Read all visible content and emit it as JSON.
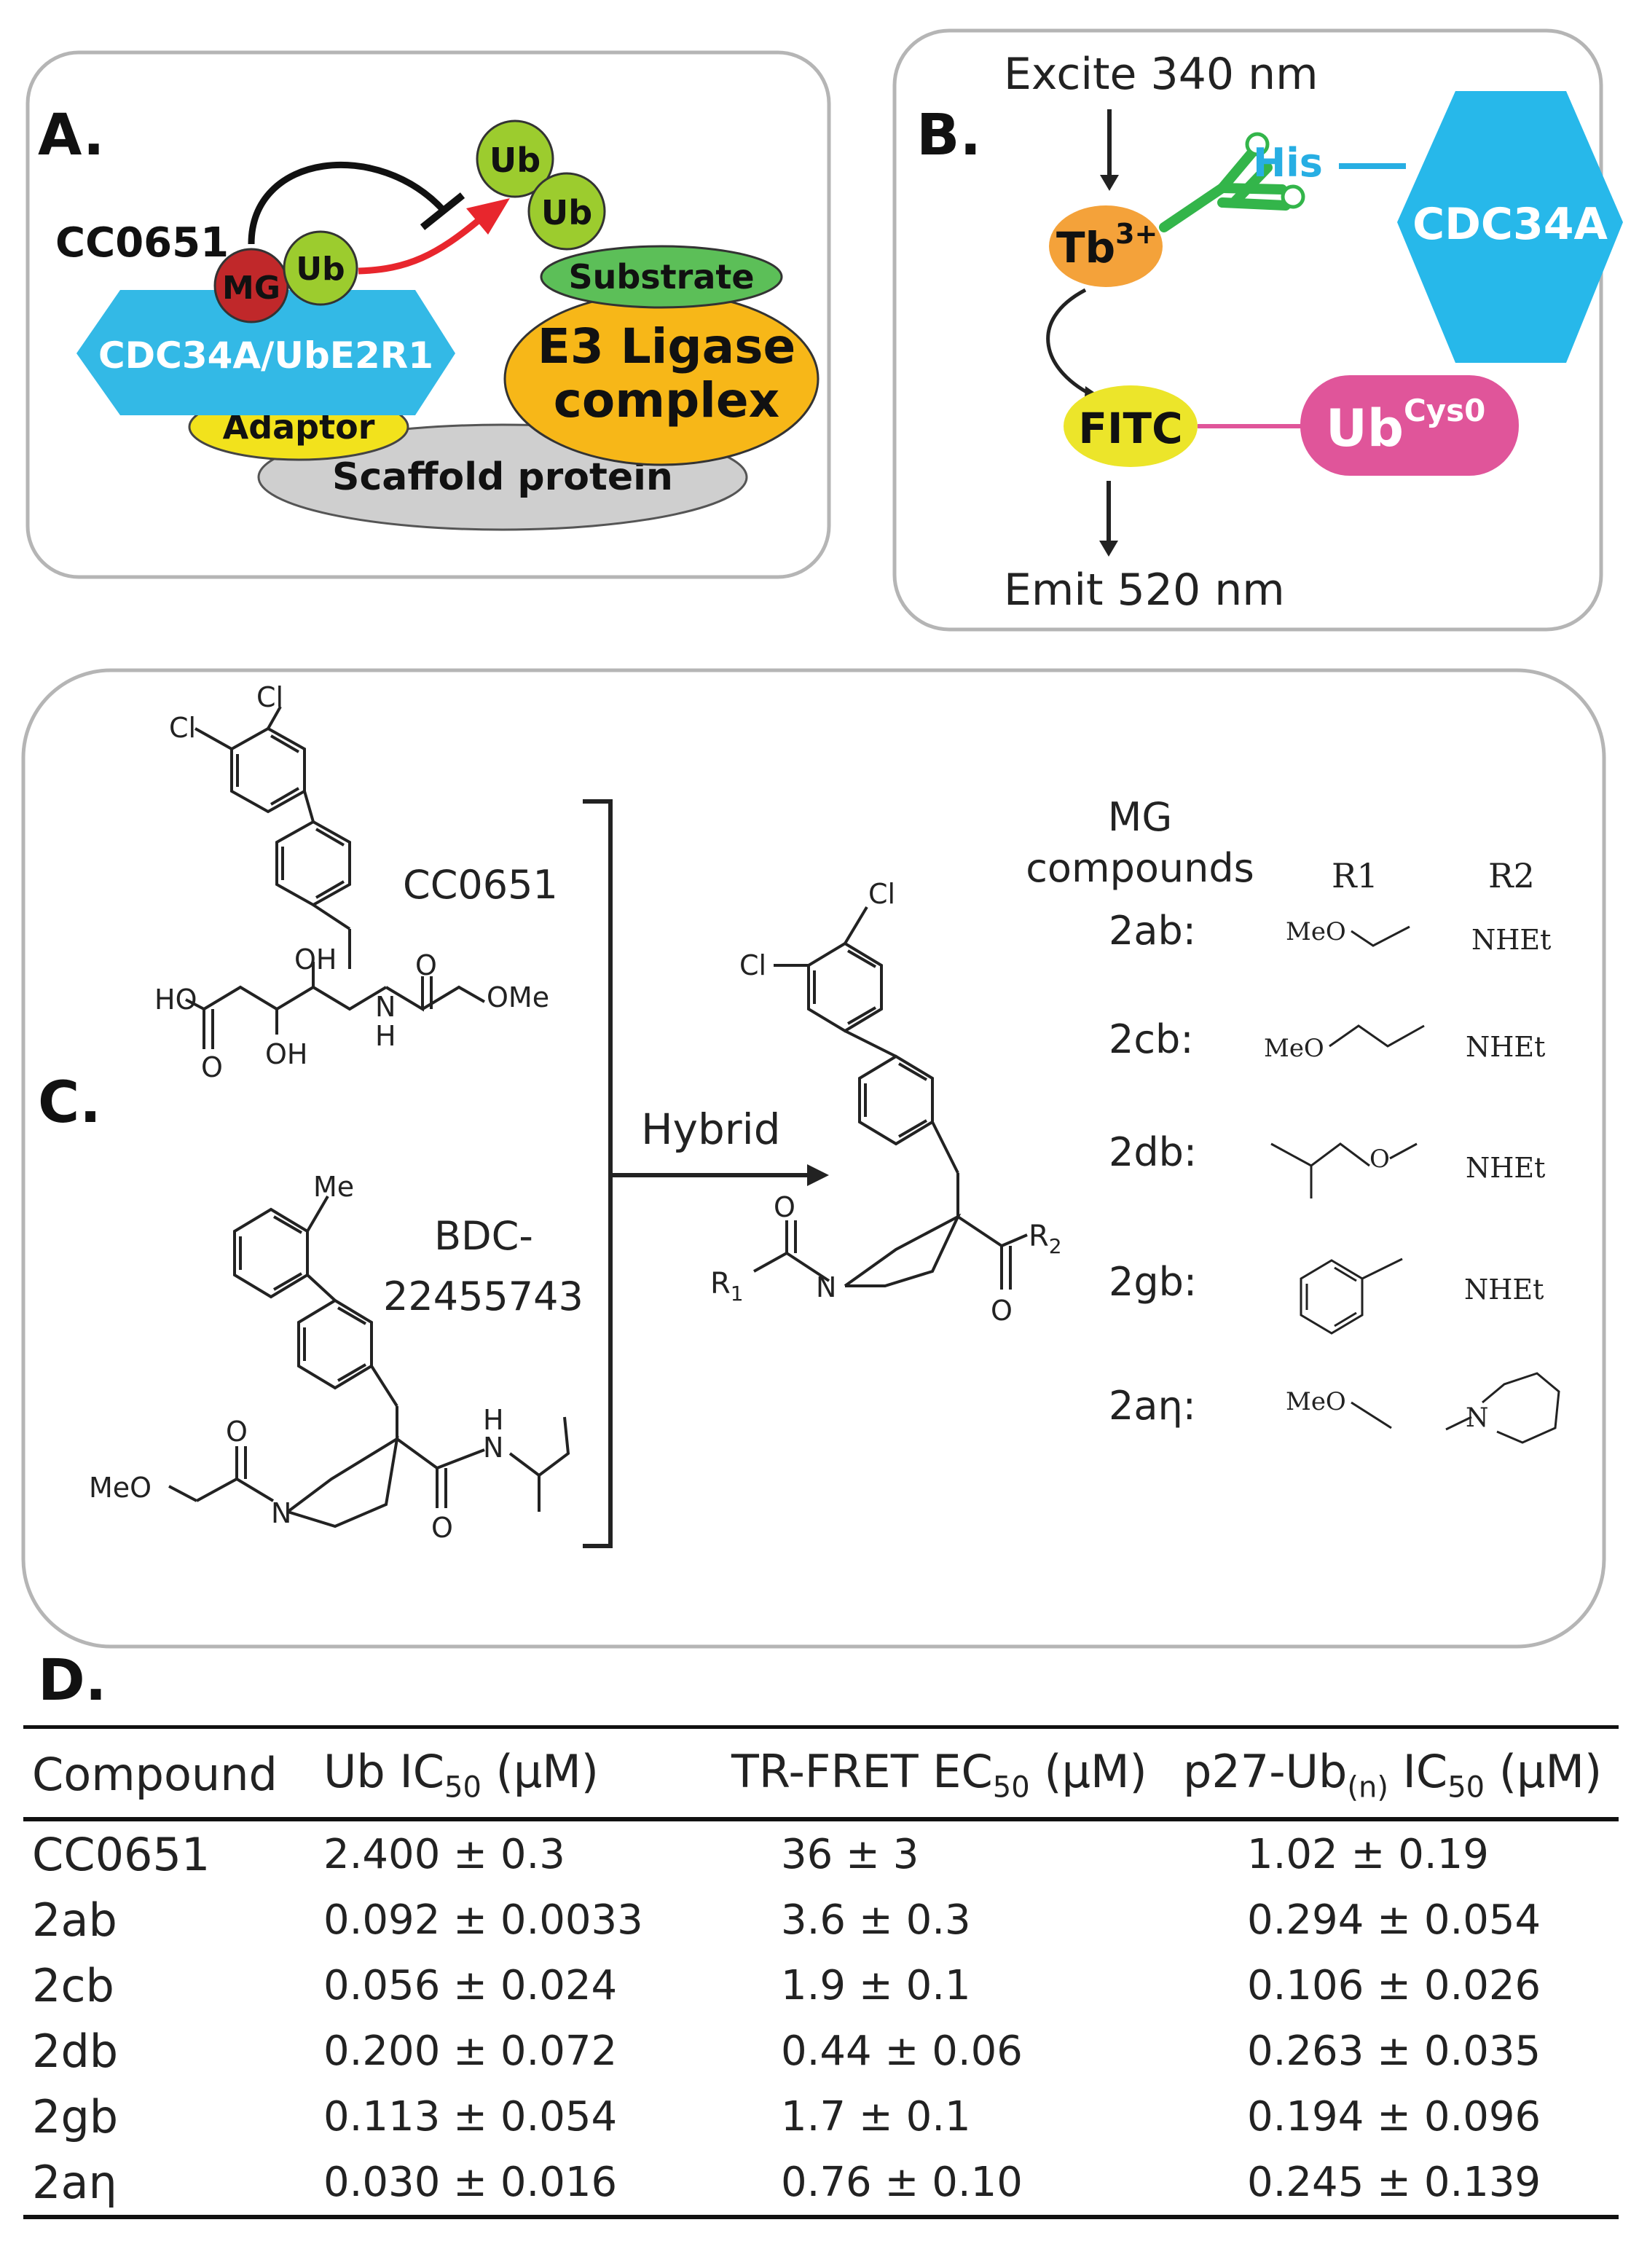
{
  "panelA": {
    "label": "A.",
    "compound": "CC0651",
    "mg": "MG",
    "ub": "Ub",
    "ub_chain": [
      "Ub",
      "Ub"
    ],
    "substrate": "Substrate",
    "e2": "CDC34A/UbE2R1",
    "e3_line1": "E3 Ligase",
    "e3_line2": "complex",
    "adaptor": "Adaptor",
    "scaffold": "Scaffold protein",
    "colors": {
      "mg": "#c0282a",
      "ub": "#9ccc2e",
      "substrate": "#5cbf58",
      "e2": "#33b9e6",
      "e3": "#f7b718",
      "adaptor": "#f2e21c",
      "scaffold": "#cfcfcf",
      "arrow": "#e8262d"
    }
  },
  "panelB": {
    "label": "B.",
    "excite": "Excite 340 nm",
    "emit": "Emit 520 nm",
    "tb": "Tb",
    "tb_sup": "3+",
    "his": "His",
    "cdc": "CDC34A",
    "fitc": "FITC",
    "ub": "Ub",
    "ub_sup": "Cys0",
    "colors": {
      "tb": "#f4a23a",
      "antibody": "#33b54a",
      "his": "#27aee3",
      "cdc": "#27b8ea",
      "fitc": "#ece52a",
      "ub": "#e0559a"
    }
  },
  "panelC": {
    "label": "C.",
    "cc0651": "CC0651",
    "bdc_line1": "BDC-",
    "bdc_line2": "22455743",
    "hybrid": "Hybrid",
    "atoms": {
      "cl": "Cl",
      "oh": "OH",
      "ho": "HO",
      "o": "O",
      "ome": "OMe",
      "me": "Me",
      "meo": "MeO",
      "n": "N",
      "h": "H",
      "r1": "R",
      "r1_sub": "1",
      "r2": "R",
      "r2_sub": "2"
    },
    "mg_title_1": "MG",
    "mg_title_2": "compounds",
    "col_r1": "R1",
    "col_r2": "R2",
    "rows": [
      {
        "id": "2ab:",
        "r1": "MeO",
        "r2": "NHEt"
      },
      {
        "id": "2cb:",
        "r1": "MeO",
        "r2": "NHEt"
      },
      {
        "id": "2db:",
        "r1": "O",
        "r2": "NHEt"
      },
      {
        "id": "2gb:",
        "r1": "",
        "r2": "NHEt"
      },
      {
        "id": "2aη:",
        "r1": "MeO",
        "r2": "N"
      }
    ]
  },
  "panelD": {
    "label": "D.",
    "headers": {
      "compound": "Compound",
      "ub_ic50": {
        "pre": "Ub IC",
        "sub": "50",
        "post": " (μM)"
      },
      "trfret": {
        "pre": "TR-FRET EC",
        "sub": "50",
        "post": " (μM)"
      },
      "p27": {
        "pre": "p27-Ub",
        "sub1": "(n)",
        "mid": " IC",
        "sub2": "50",
        "post": " (μM)"
      }
    },
    "rows": [
      {
        "compound": "CC0651",
        "ub": "2.400 ± 0.3",
        "trfret": "36 ± 3",
        "p27": "1.02 ± 0.19"
      },
      {
        "compound": "2ab",
        "ub": "0.092 ± 0.0033",
        "trfret": "3.6 ± 0.3",
        "p27": "0.294 ± 0.054"
      },
      {
        "compound": "2cb",
        "ub": "0.056 ± 0.024",
        "trfret": "1.9 ± 0.1",
        "p27": "0.106 ± 0.026"
      },
      {
        "compound": "2db",
        "ub": "0.200 ± 0.072",
        "trfret": "0.44 ± 0.06",
        "p27": "0.263 ± 0.035"
      },
      {
        "compound": "2gb",
        "ub": "0.113 ± 0.054",
        "trfret": "1.7 ± 0.1",
        "p27": "0.194 ± 0.096"
      },
      {
        "compound": "2aη",
        "ub": "0.030 ± 0.016",
        "trfret": "0.76 ± 0.10",
        "p27": "0.245 ± 0.139"
      }
    ]
  }
}
